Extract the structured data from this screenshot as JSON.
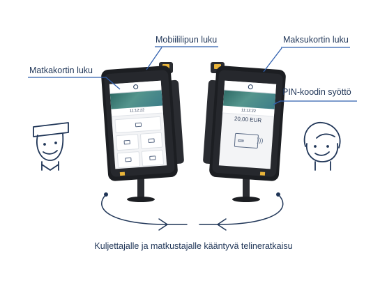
{
  "labels": {
    "travel_card_reading": "Matkakortin luku",
    "mobile_ticket_reading": "Mobiililipun luku",
    "payment_card_reading": "Maksukortin luku",
    "pin_entry": "PIN-koodin syöttö"
  },
  "caption": "Kuljettajalle ja matkustajalle kääntyvä telineratkaisu",
  "left_screen": {
    "time": "11:12:22"
  },
  "right_screen": {
    "time": "11:12:22",
    "amount": "20,00 EUR"
  },
  "colors": {
    "navy": "#1f3557",
    "callout_line": "#2f5fae",
    "device_body": "#1c1e22",
    "accent_yellow": "#e9b43a"
  },
  "icons": {
    "driver": "driver-person-icon",
    "passenger": "passenger-person-icon",
    "rotation": "rotation-arrows-icon",
    "card": "payment-card-icon",
    "contactless": "contactless-icon"
  }
}
